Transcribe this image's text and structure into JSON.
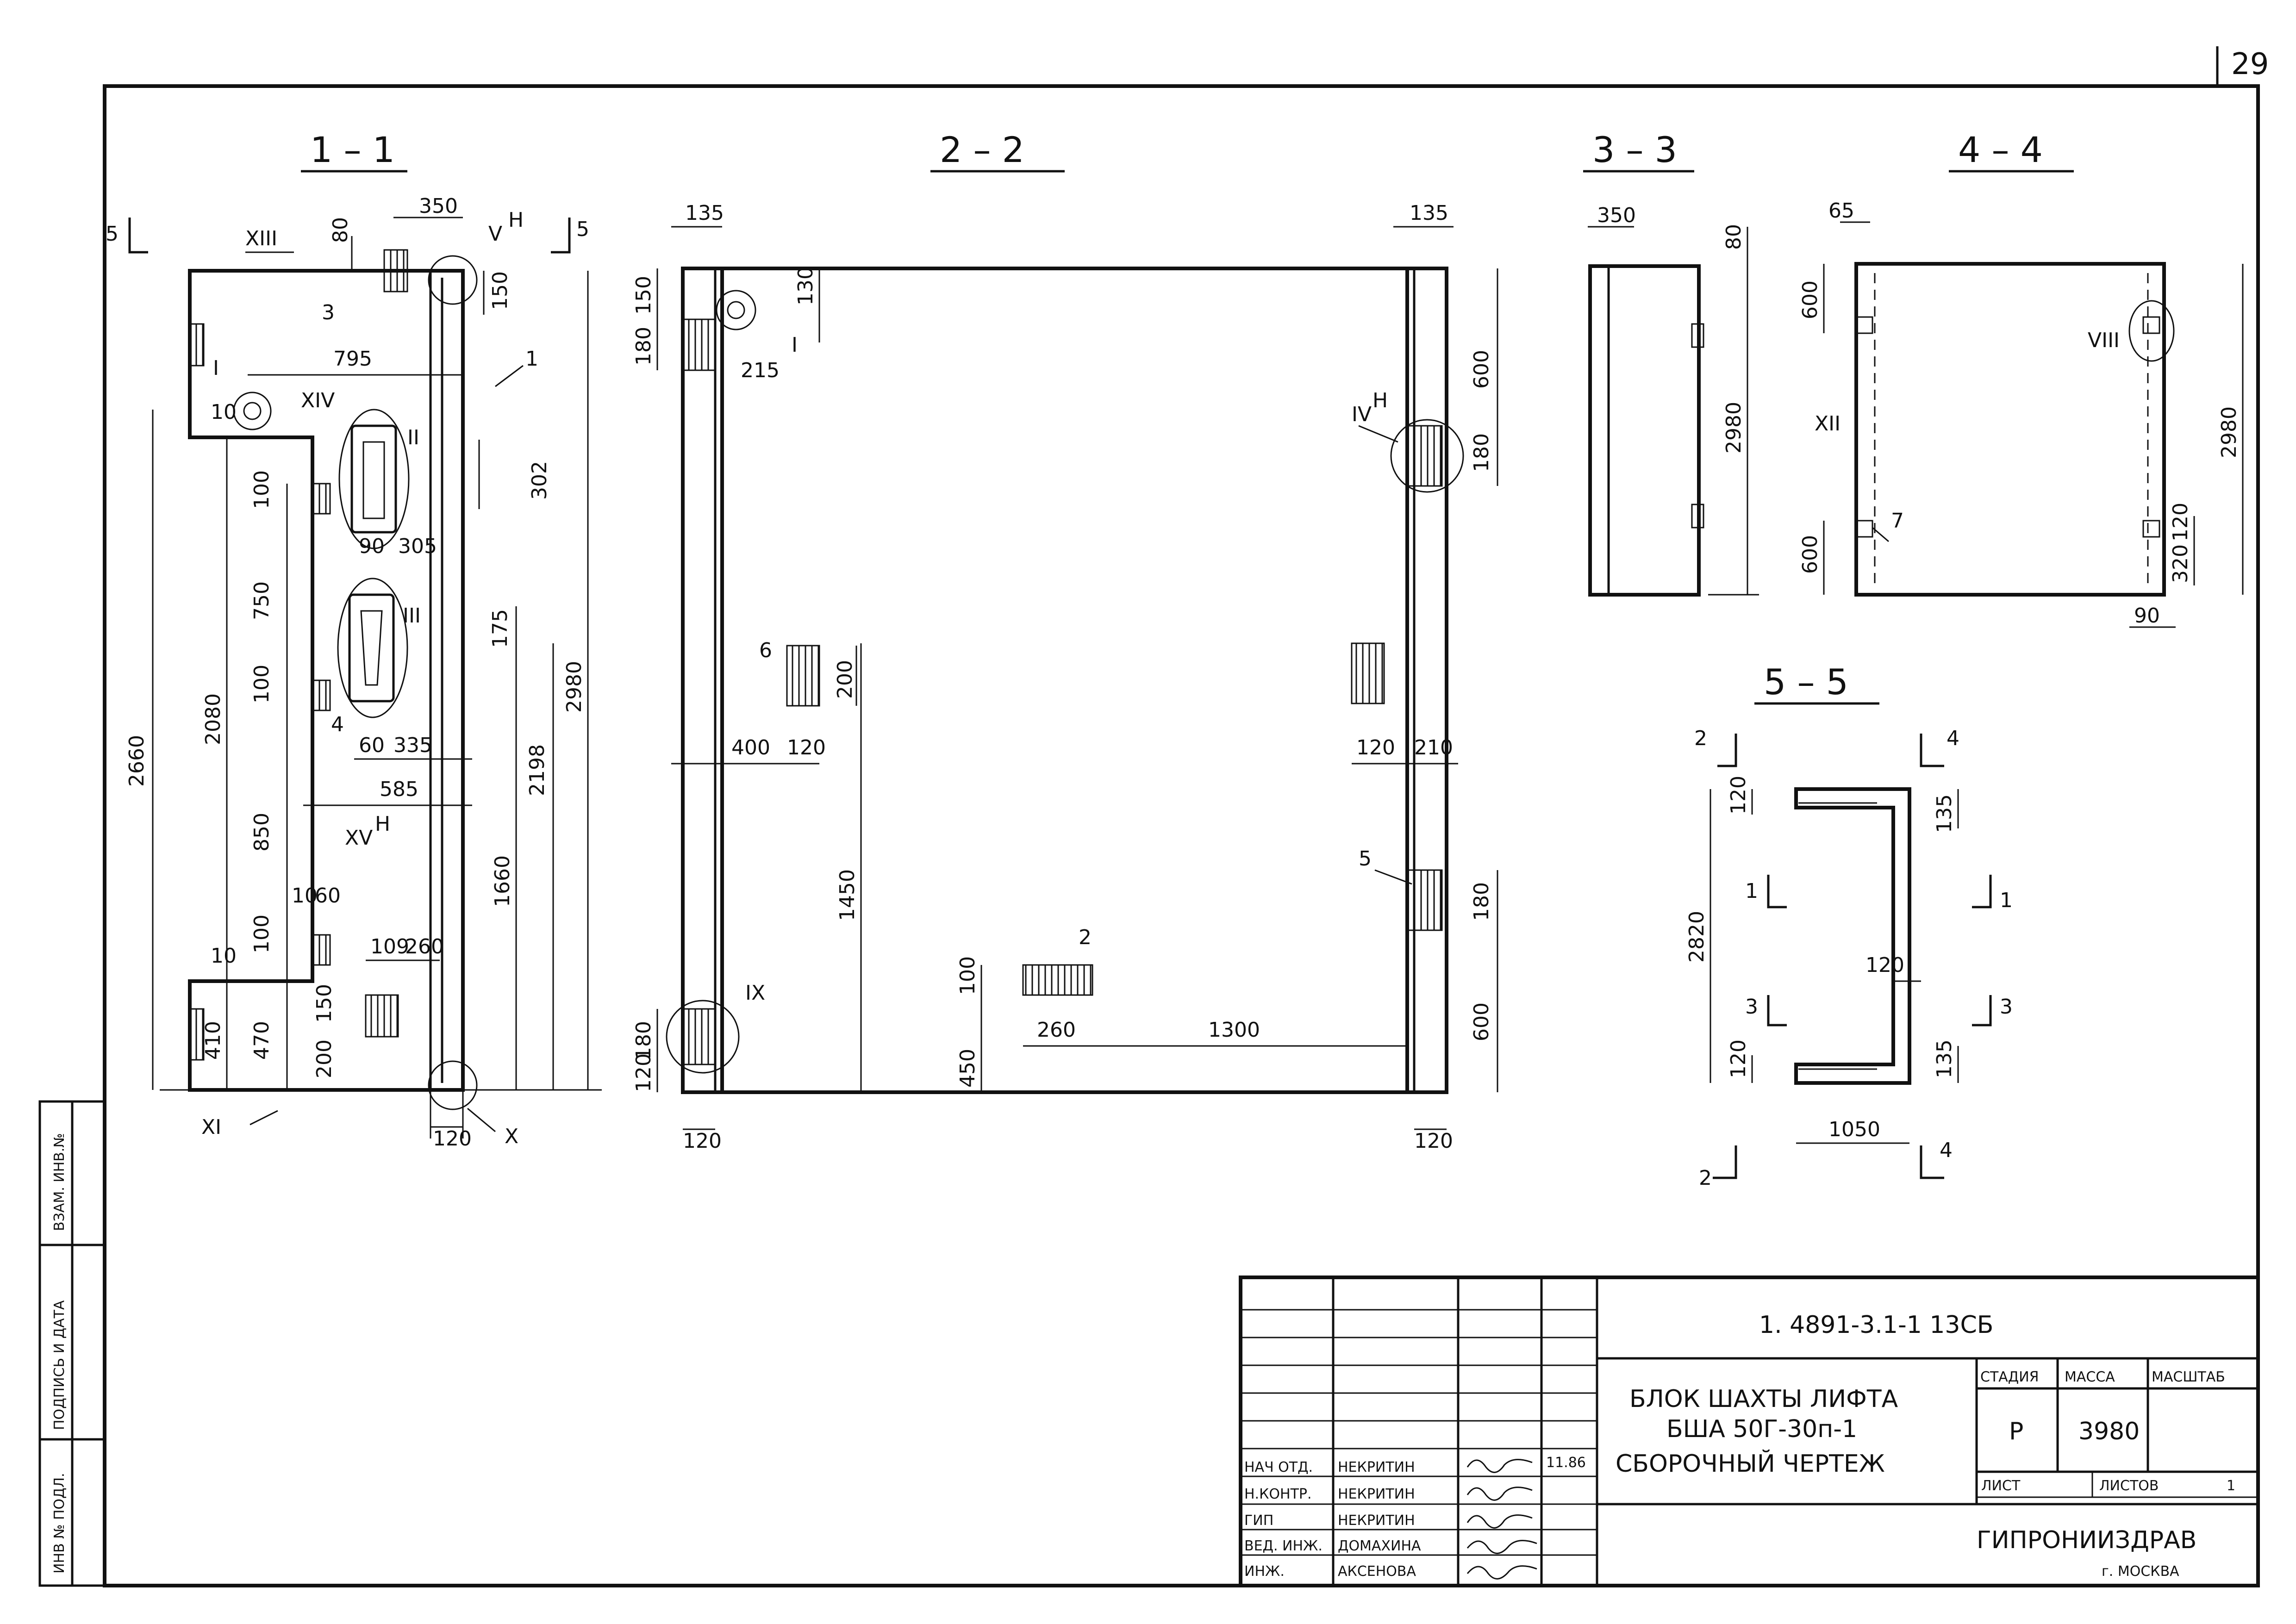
{
  "sheet_number": "29",
  "sections": {
    "s1": "1 – 1",
    "s2": "2 – 2",
    "s3": "3 – 3",
    "s4": "4 – 4",
    "s5": "5 – 5"
  },
  "side_stamp": {
    "inv_podl": "ИНВ № ПОДЛ.",
    "podpis_data": "ПОДПИСЬ И ДАТА",
    "vzam_inv": "ВЗАМ. ИНВ.№"
  },
  "s1_dims": {
    "d350": "350",
    "d80": "80",
    "d150": "150",
    "d795": "795",
    "d10a": "10",
    "d100a": "100",
    "d750": "750",
    "d100b": "100",
    "d2080": "2080",
    "d2660": "2660",
    "d850": "850",
    "d100c": "100",
    "d10b": "10",
    "d410": "410",
    "d470": "470",
    "d150b": "150",
    "d200": "200",
    "d302": "302",
    "d90": "90",
    "d305": "305",
    "d175": "175",
    "d60": "60",
    "d335": "335",
    "d585": "585",
    "d2198": "2198",
    "d2980": "2980",
    "d1660": "1660",
    "d10c": "10",
    "d60b": "60",
    "d109": "109",
    "d260": "260",
    "d120": "120"
  },
  "s1_labels": {
    "sec5a": "5",
    "sec5b": "5",
    "m13": "XIII",
    "m5": "V",
    "m5h": "Н",
    "n3": "3",
    "n1": "1",
    "m1": "I",
    "m14": "XIV",
    "m2": "II",
    "m3": "III",
    "n4": "4",
    "m15": "XV",
    "m15h": "Н",
    "m11": "XI",
    "m10": "X"
  },
  "s2_dims": {
    "d135a": "135",
    "d150": "150",
    "d180": "180",
    "d130": "130",
    "d215": "215",
    "d400": "400",
    "d120a": "120",
    "d200": "200",
    "d1450": "1450",
    "d100": "100",
    "d450": "450",
    "d260": "260",
    "d1300": "1300",
    "d180b": "180",
    "d120b": "120",
    "d120c": "120",
    "d135b": "135",
    "d600a": "600",
    "d180c": "180",
    "d120d": "120",
    "d210": "210",
    "d180d": "180",
    "d600b": "600",
    "d120e": "120"
  },
  "s2_labels": {
    "m1": "I",
    "n6": "6",
    "n2": "2",
    "m9": "IX",
    "m4": "IV",
    "m4h": "Н",
    "n5": "5"
  },
  "s3_dims": {
    "d350": "350",
    "d80": "80",
    "d2980": "2980"
  },
  "s4_dims": {
    "d65": "65",
    "d600a": "600",
    "d600b": "600",
    "d2980": "2980",
    "d120": "120",
    "d320": "320",
    "d90": "90"
  },
  "s4_labels": {
    "m8": "VIII",
    "m12": "XII",
    "n7": "7"
  },
  "s5_dims": {
    "d120a": "120",
    "d2820": "2820",
    "d120b": "120",
    "d135a": "135",
    "d120c": "120",
    "d135b": "135",
    "d1050": "1050"
  },
  "s5_labels": {
    "c2a": "2",
    "c2b": "2",
    "c4a": "4",
    "c4b": "4",
    "c1a": "1",
    "c1b": "1",
    "c3a": "3",
    "c3b": "3"
  },
  "title_block": {
    "code": "1. 4891-3.1-1   13СБ",
    "name_line1": "БЛОК   ШАХТЫ   ЛИФТА",
    "name_line2": "БША 50Г-30п-1",
    "name_line3": "СБОРОЧНЫЙ   ЧЕРТЕЖ",
    "col_stadia": "СТАДИЯ",
    "col_massa": "МАССА",
    "col_masshtab": "МАСШТАБ",
    "stadia": "Р",
    "massa": "3980",
    "list_label": "ЛИСТ",
    "listov_label": "ЛИСТОВ",
    "listov": "1",
    "org": "ГИПРОНИИЗДРАВ",
    "city": "г. МОСКВА",
    "date": "11.86",
    "roles": [
      {
        "role": "НАЧ ОТД.",
        "name": "НЕКРИТИН"
      },
      {
        "role": "Н.КОНТР.",
        "name": "НЕКРИТИН"
      },
      {
        "role": "ГИП",
        "name": "НЕКРИТИН"
      },
      {
        "role": "ВЕД. ИНЖ.",
        "name": "ДОМАХИНА"
      },
      {
        "role": "ИНЖ.",
        "name": "АКСЕНОВА"
      }
    ]
  }
}
